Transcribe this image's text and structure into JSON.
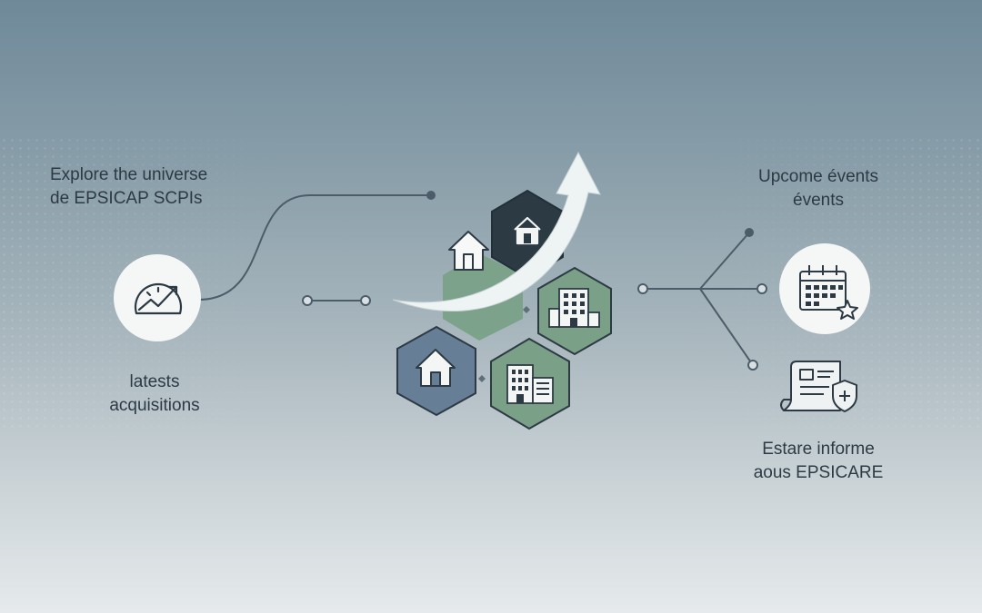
{
  "labels": {
    "explore": {
      "line1": "Explore the universe",
      "line2": "de EPSICAP SCPIs"
    },
    "acquisitions": {
      "line1": "latests",
      "line2": "acquisitions"
    },
    "events": {
      "line1": "Upcome évents",
      "line2": "évents"
    },
    "informed": {
      "line1": "Estare informe",
      "line2": "aous EPSICARE"
    }
  },
  "icons": {
    "left": "speedometer-growth-icon",
    "calendar": "calendar-star-icon",
    "document": "document-shield-icon",
    "center": [
      "house-icon",
      "office-building-icon",
      "house-icon",
      "office-building-icon",
      "house-icon"
    ]
  },
  "colors": {
    "dark_hex": "#2c3a44",
    "green_hex": "#7aa188",
    "blue_hex": "#667f96",
    "line": "#4c5d69",
    "arrow": "#eef3f3"
  }
}
